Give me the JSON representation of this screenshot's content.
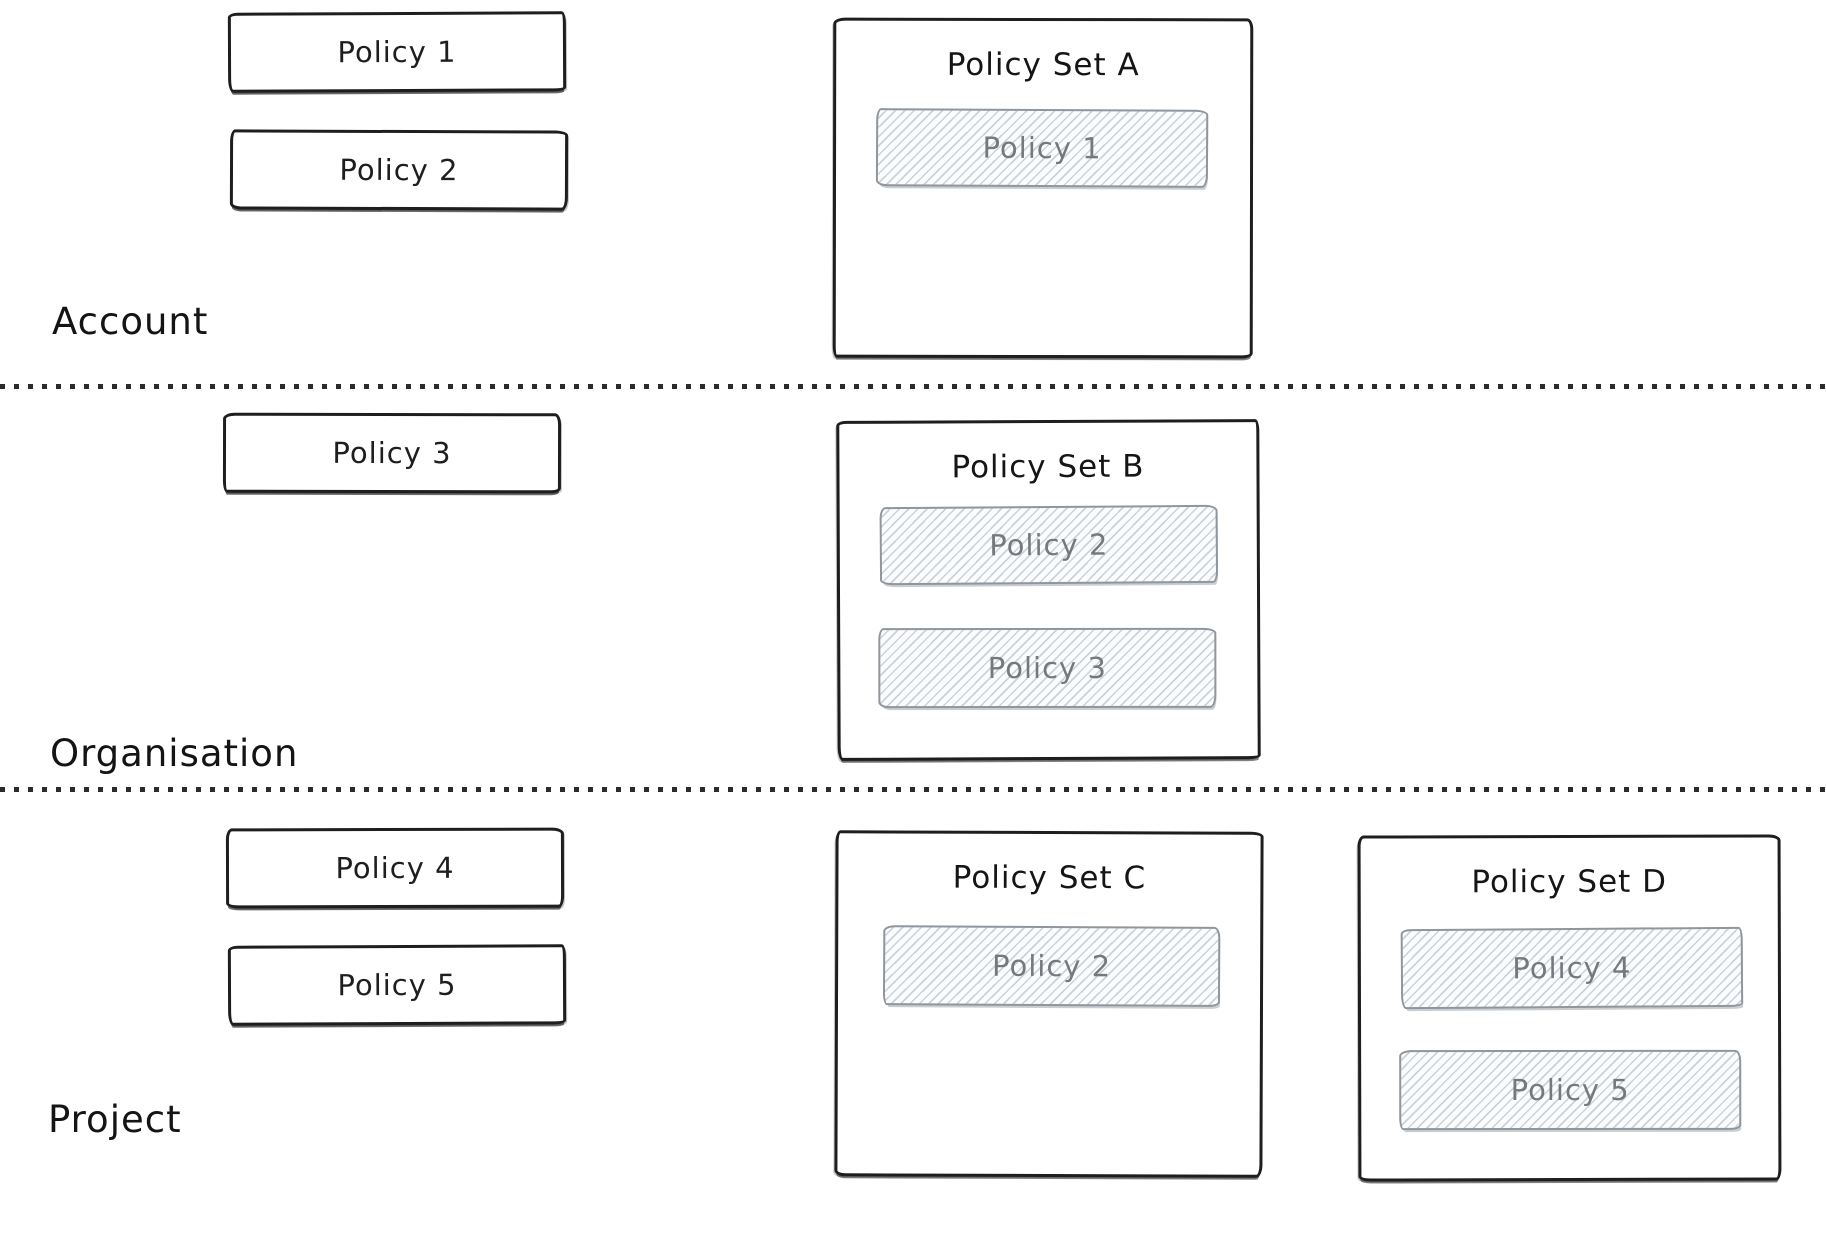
{
  "diagram": {
    "kind": "hand-drawn policy hierarchy diagram",
    "background": "#ffffff",
    "ink_color": "#1e1e1e",
    "hatch_border_color": "#8f969c",
    "hatch_line_color": "#ccd2d7",
    "hatch_text_color": "#75797e"
  },
  "levels": [
    {
      "label": "Account",
      "policies": [
        "Policy 1",
        "Policy 2"
      ],
      "policy_sets": [
        {
          "title": "Policy Set A",
          "members": [
            "Policy 1"
          ]
        }
      ]
    },
    {
      "label": "Organisation",
      "policies": [
        "Policy 3"
      ],
      "policy_sets": [
        {
          "title": "Policy Set B",
          "members": [
            "Policy 2",
            "Policy 3"
          ]
        }
      ]
    },
    {
      "label": "Project",
      "policies": [
        "Policy 4",
        "Policy 5"
      ],
      "policy_sets": [
        {
          "title": "Policy Set C",
          "members": [
            "Policy 2"
          ]
        },
        {
          "title": "Policy Set D",
          "members": [
            "Policy 4",
            "Policy 5"
          ]
        }
      ]
    }
  ]
}
